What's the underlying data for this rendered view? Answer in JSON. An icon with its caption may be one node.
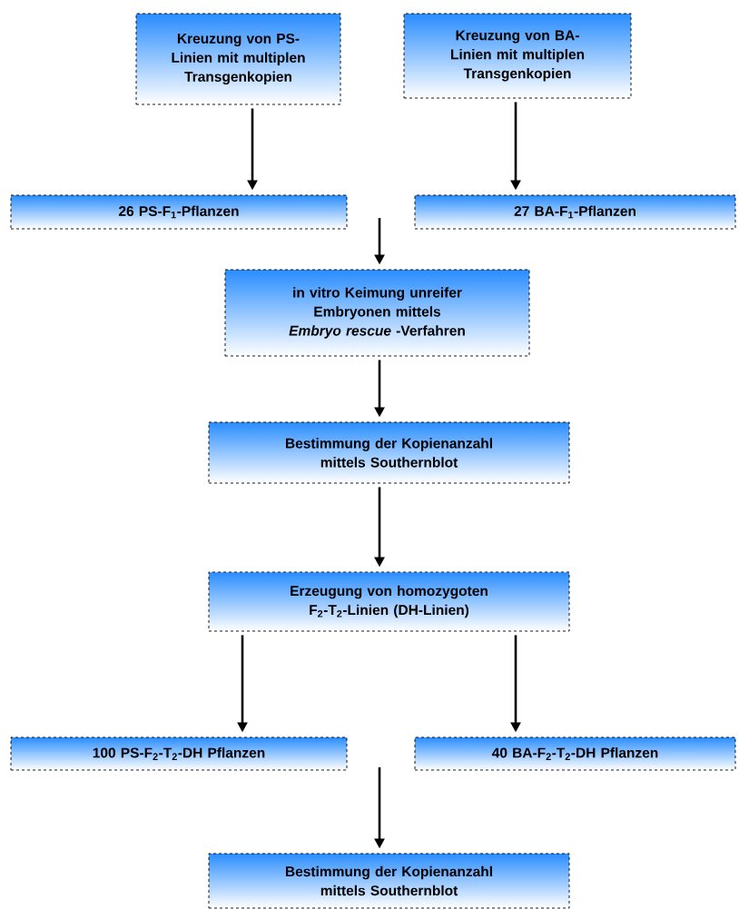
{
  "diagram": {
    "nodes": [
      {
        "text": [
          "Kreuzung von PS-Linien mit multiplen Transgenkopien"
        ]
      },
      {
        "text": [
          "Kreuzung von BA-Linien mit multiplen Transgenkopien"
        ]
      },
      {
        "text": [
          "26 PS-F$_{1}$-Pflanzen"
        ]
      },
      {
        "text": [
          "27 BA-F$_{1}$-Pflanzen"
        ]
      },
      {
        "text": [
          "in vitro Keimung unreifer Embryonen mittels *Embryo rescue* -Verfahren"
        ]
      },
      {
        "text": [
          "Bestimmung der Kopienanzahl mittels Southernblot"
        ]
      },
      {
        "text": [
          "Erzeugung von homozygoten F$_{2}$-T$_{2}$-Linien (DH-Linien)"
        ]
      },
      {
        "text": [
          "100 PS-F$_{2}$-T$_{2}$-DH Pflanzen"
        ]
      },
      {
        "text": [
          "40 BA-F$_{2}$-T$_{2}$-DH Pflanzen"
        ]
      },
      {
        "text": [
          "Bestimmung der Kopienanzahl mittels Southernblot"
        ]
      }
    ],
    "edges": [
      {
        "from": 0,
        "to": 2,
        "arrow": "to"
      },
      {
        "from": 1,
        "to": 3,
        "arrow": "to"
      },
      {
        "from": null,
        "to": 4,
        "arrow": "to"
      },
      {
        "from": 4,
        "to": 5,
        "arrow": "to"
      },
      {
        "from": 5,
        "to": 6,
        "arrow": "to"
      },
      {
        "from": 6,
        "to": 7,
        "arrow": "to"
      },
      {
        "from": 6,
        "to": 8,
        "arrow": "to"
      },
      {
        "from": null,
        "to": 9,
        "arrow": "to"
      }
    ]
  }
}
